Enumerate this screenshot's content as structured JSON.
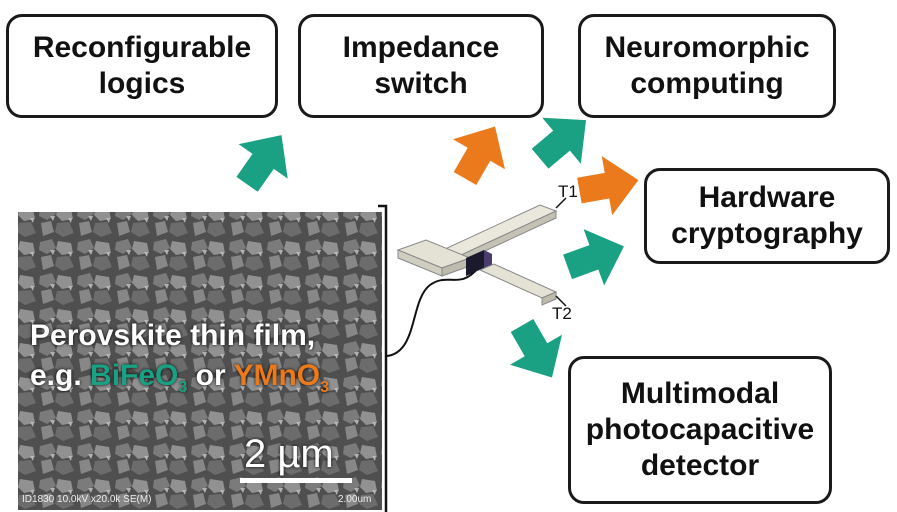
{
  "boxes": {
    "reconfigurable": {
      "line1": "Reconfigurable",
      "line2": "logics"
    },
    "impedance": {
      "line1": "Impedance",
      "line2": "switch"
    },
    "neuromorphic": {
      "line1": "Neuromorphic",
      "line2": "computing"
    },
    "hardware": {
      "line1": "Hardware",
      "line2": "cryptography"
    },
    "multimodal": {
      "line1": "Multimodal",
      "line2": "photocapacitive",
      "line3": "detector"
    }
  },
  "sem": {
    "caption_line1": "Perovskite thin film,",
    "caption_eg": "e.g.",
    "material1": "BiFeO",
    "material1_sub": "3",
    "connector": "or",
    "material2": "YMnO",
    "material2_sub": "3",
    "scale_bar": "2 µm",
    "info_left": "ID1830 10.0kV x20.0k SE(M)",
    "info_right": "2.00um"
  },
  "device": {
    "terminal1": "T1",
    "terminal2": "T2"
  },
  "colors": {
    "green": "#1aa083",
    "orange": "#ea7a1c"
  }
}
